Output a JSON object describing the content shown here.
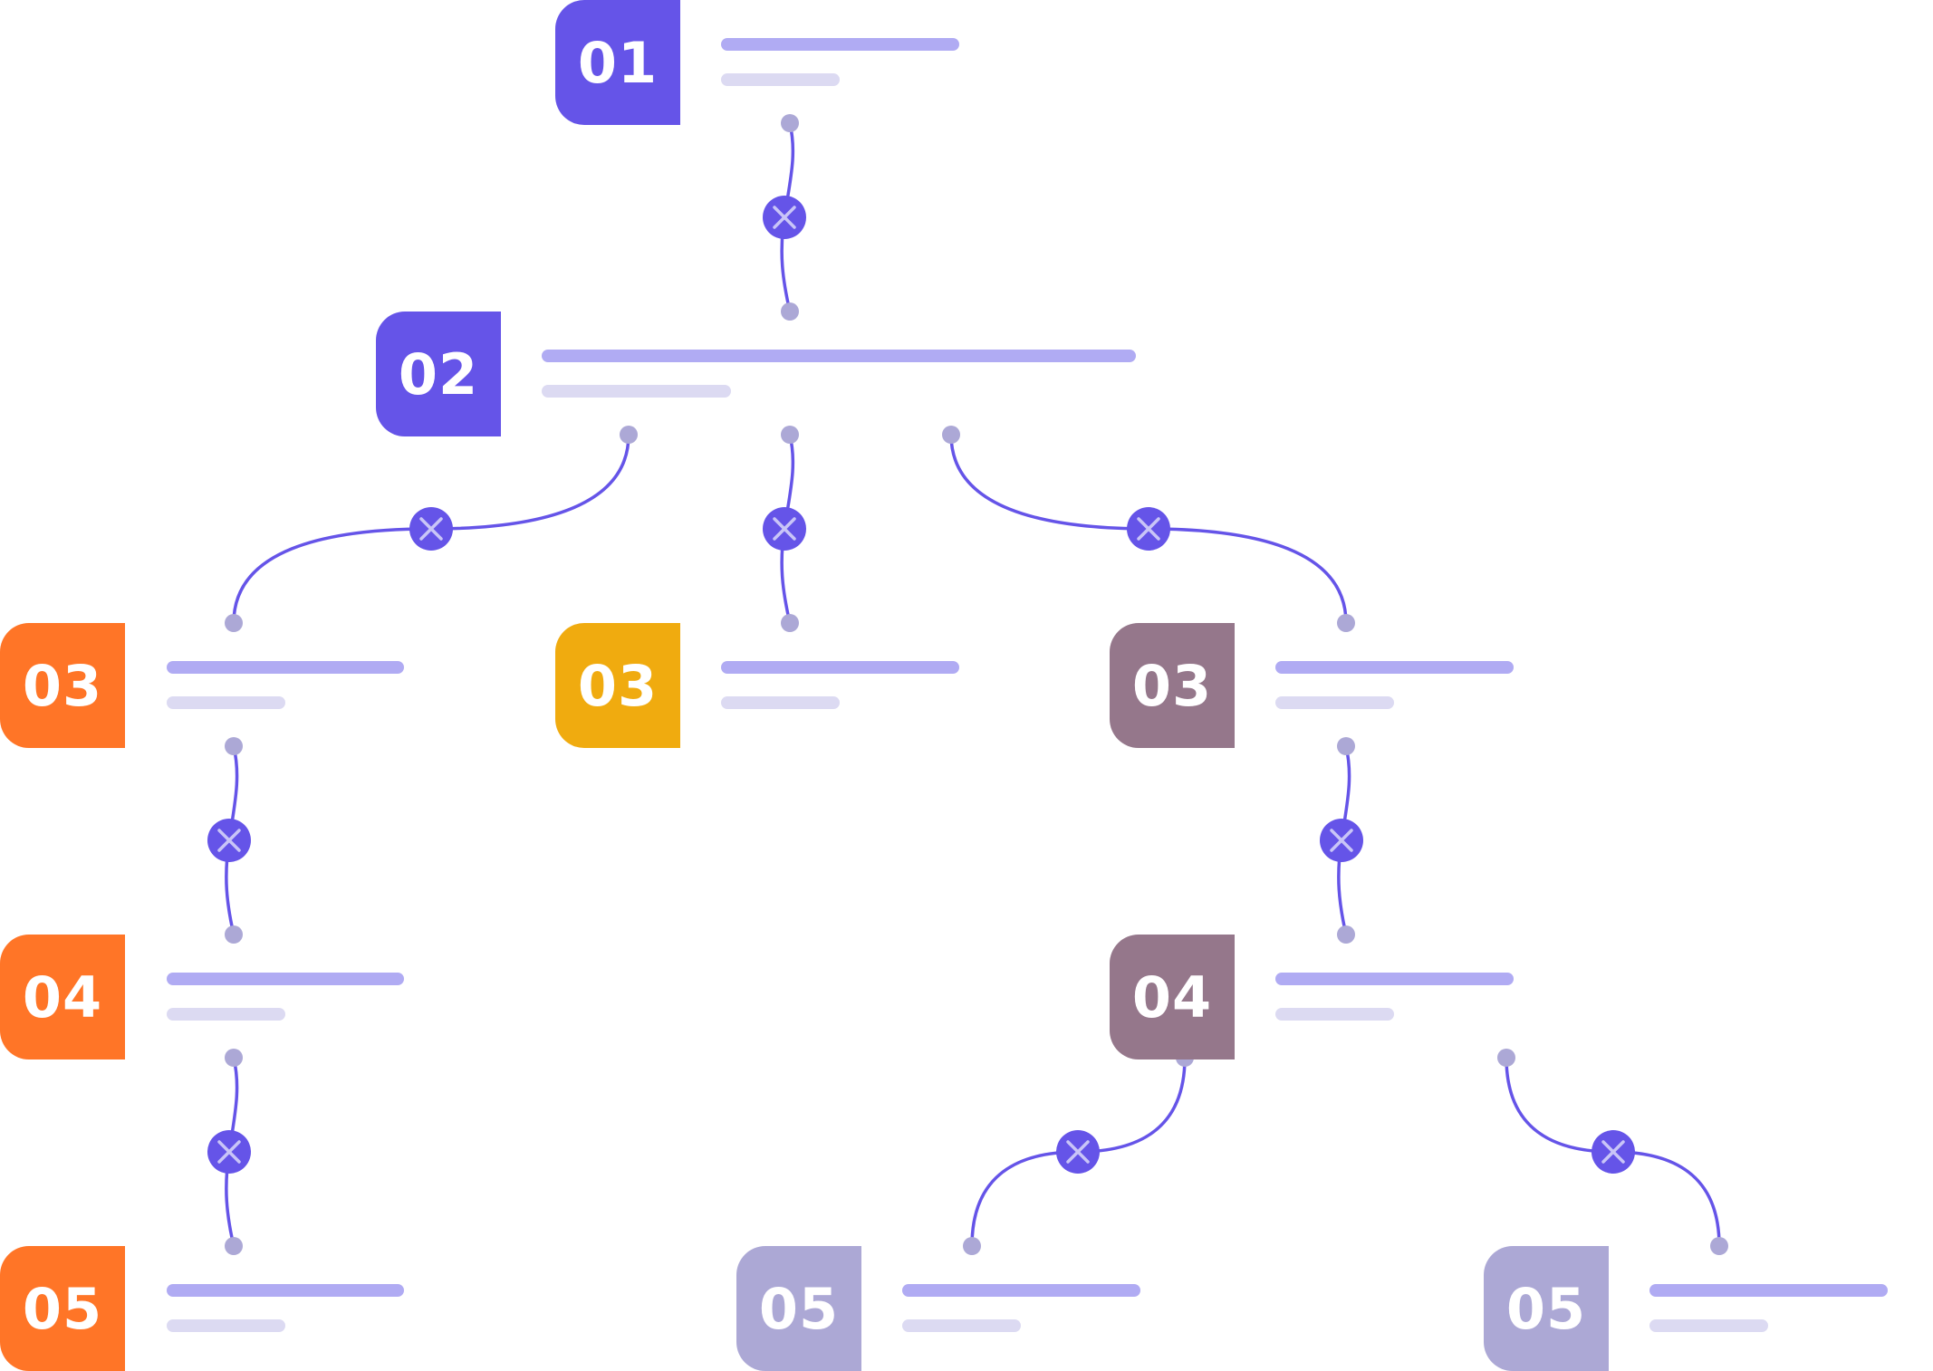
{
  "colors": {
    "purple": "#6554e8",
    "orange": "#ff7527",
    "yellow": "#f0ab0f",
    "mauve": "#95778b",
    "lavender": "#aca8d5",
    "connector": "#6554e8",
    "endpoint": "#aca8d6",
    "connector_icon": "#c9c5f7"
  },
  "nodes": [
    {
      "id": "n01",
      "label": "01",
      "color": "purple"
    },
    {
      "id": "n02",
      "label": "02",
      "color": "purple"
    },
    {
      "id": "n03a",
      "label": "03",
      "color": "orange"
    },
    {
      "id": "n03b",
      "label": "03",
      "color": "yellow"
    },
    {
      "id": "n03c",
      "label": "03",
      "color": "mauve"
    },
    {
      "id": "n04a",
      "label": "04",
      "color": "orange"
    },
    {
      "id": "n04b",
      "label": "04",
      "color": "mauve"
    },
    {
      "id": "n05a",
      "label": "05",
      "color": "orange"
    },
    {
      "id": "n05b",
      "label": "05",
      "color": "lavender"
    },
    {
      "id": "n05c",
      "label": "05",
      "color": "lavender"
    }
  ],
  "connectors": [
    {
      "from": "n01",
      "to": "n02",
      "icon": "close-icon"
    },
    {
      "from": "n02",
      "to": "n03a",
      "icon": "close-icon"
    },
    {
      "from": "n02",
      "to": "n03b",
      "icon": "close-icon"
    },
    {
      "from": "n02",
      "to": "n03c",
      "icon": "close-icon"
    },
    {
      "from": "n03a",
      "to": "n04a",
      "icon": "close-icon"
    },
    {
      "from": "n03c",
      "to": "n04b",
      "icon": "close-icon"
    },
    {
      "from": "n04a",
      "to": "n05a",
      "icon": "close-icon"
    },
    {
      "from": "n04b",
      "to": "n05b",
      "icon": "close-icon"
    },
    {
      "from": "n04b",
      "to": "n05c",
      "icon": "close-icon"
    }
  ]
}
